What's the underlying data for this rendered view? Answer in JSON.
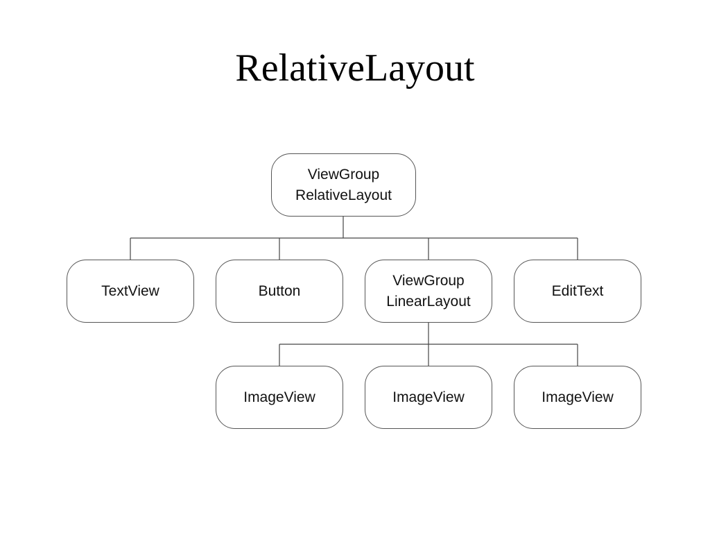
{
  "title": "RelativeLayout",
  "nodes": {
    "root": {
      "line1": "ViewGroup",
      "line2": "RelativeLayout"
    },
    "textview": {
      "label": "TextView"
    },
    "button": {
      "label": "Button"
    },
    "linear": {
      "line1": "ViewGroup",
      "line2": "LinearLayout"
    },
    "edittext": {
      "label": "EditText"
    },
    "image1": {
      "label": "ImageView"
    },
    "image2": {
      "label": "ImageView"
    },
    "image3": {
      "label": "ImageView"
    }
  }
}
